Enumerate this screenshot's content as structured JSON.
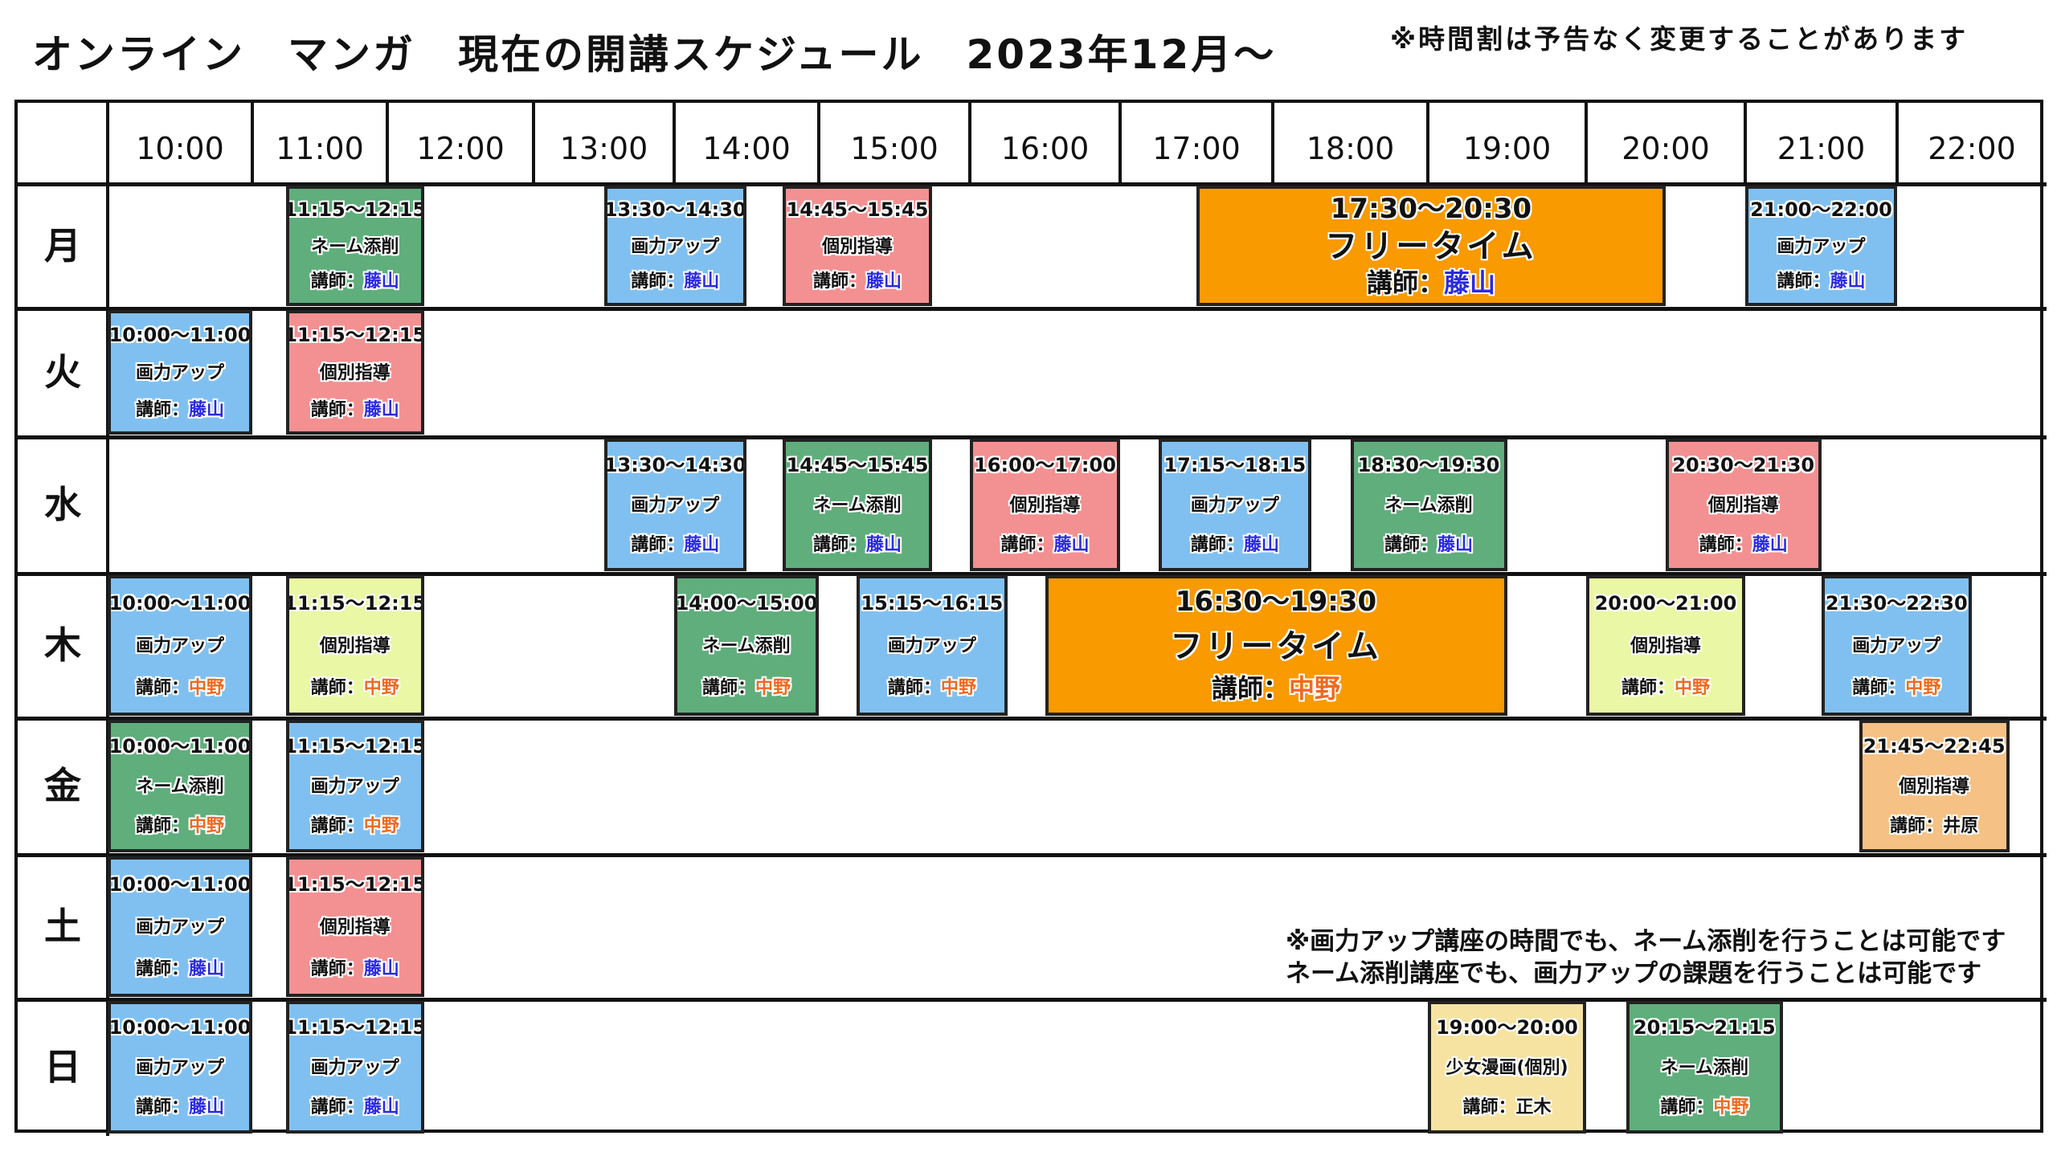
{
  "title": "オンライン　マンガ　現在の開講スケジュール　2023年12月〜",
  "notice": "※時間割は予告なく変更することがあります",
  "hours": [
    "10:00",
    "11:00",
    "12:00",
    "13:00",
    "14:00",
    "15:00",
    "16:00",
    "17:00",
    "18:00",
    "19:00",
    "20:00",
    "21:00",
    "22:00"
  ],
  "days": [
    "月",
    "火",
    "水",
    "木",
    "金",
    "土",
    "日"
  ],
  "instructor_prefix": "講師：",
  "colors": {
    "blue": "#80c0f0",
    "green": "#5fae7c",
    "pink": "#f39092",
    "orange": "#f89a00",
    "lime": "#eaf7a4",
    "peach": "#f5c184",
    "sand": "#f6e3a2",
    "teacher_fujiyama": "#2a2ae0",
    "teacher_nakano": "#ef6a1f"
  },
  "classes": [
    {
      "day": "月",
      "time": "11:15〜12:15",
      "name": "ネーム添削",
      "teacher": "藤山",
      "color": "green"
    },
    {
      "day": "月",
      "time": "13:30〜14:30",
      "name": "画力アップ",
      "teacher": "藤山",
      "color": "blue"
    },
    {
      "day": "月",
      "time": "14:45〜15:45",
      "name": "個別指導",
      "teacher": "藤山",
      "color": "pink"
    },
    {
      "day": "月",
      "time": "17:30〜20:30",
      "name": "フリータイム",
      "teacher": "藤山",
      "color": "orange",
      "big": true
    },
    {
      "day": "月",
      "time": "21:00〜22:00",
      "name": "画力アップ",
      "teacher": "藤山",
      "color": "blue"
    },
    {
      "day": "火",
      "time": "10:00〜11:00",
      "name": "画力アップ",
      "teacher": "藤山",
      "color": "blue"
    },
    {
      "day": "火",
      "time": "11:15〜12:15",
      "name": "個別指導",
      "teacher": "藤山",
      "color": "pink"
    },
    {
      "day": "水",
      "time": "13:30〜14:30",
      "name": "画力アップ",
      "teacher": "藤山",
      "color": "blue"
    },
    {
      "day": "水",
      "time": "14:45〜15:45",
      "name": "ネーム添削",
      "teacher": "藤山",
      "color": "green"
    },
    {
      "day": "水",
      "time": "16:00〜17:00",
      "name": "個別指導",
      "teacher": "藤山",
      "color": "pink"
    },
    {
      "day": "水",
      "time": "17:15〜18:15",
      "name": "画力アップ",
      "teacher": "藤山",
      "color": "blue"
    },
    {
      "day": "水",
      "time": "18:30〜19:30",
      "name": "ネーム添削",
      "teacher": "藤山",
      "color": "green"
    },
    {
      "day": "水",
      "time": "20:30〜21:30",
      "name": "個別指導",
      "teacher": "藤山",
      "color": "pink"
    },
    {
      "day": "木",
      "time": "10:00〜11:00",
      "name": "画力アップ",
      "teacher": "中野",
      "color": "blue"
    },
    {
      "day": "木",
      "time": "11:15〜12:15",
      "name": "個別指導",
      "teacher": "中野",
      "color": "lime"
    },
    {
      "day": "木",
      "time": "14:00〜15:00",
      "name": "ネーム添削",
      "teacher": "中野",
      "color": "green"
    },
    {
      "day": "木",
      "time": "15:15〜16:15",
      "name": "画力アップ",
      "teacher": "中野",
      "color": "blue"
    },
    {
      "day": "木",
      "time": "16:30〜19:30",
      "name": "フリータイム",
      "teacher": "中野",
      "color": "orange",
      "big": true
    },
    {
      "day": "木",
      "time": "20:00〜21:00",
      "name": "個別指導",
      "teacher": "中野",
      "color": "lime"
    },
    {
      "day": "木",
      "time": "21:30〜22:30",
      "name": "画力アップ",
      "teacher": "中野",
      "color": "blue"
    },
    {
      "day": "金",
      "time": "10:00〜11:00",
      "name": "ネーム添削",
      "teacher": "中野",
      "color": "green"
    },
    {
      "day": "金",
      "time": "11:15〜12:15",
      "name": "画力アップ",
      "teacher": "中野",
      "color": "blue"
    },
    {
      "day": "金",
      "time": "21:45〜22:45",
      "name": "個別指導",
      "teacher": "井原",
      "color": "peach"
    },
    {
      "day": "土",
      "time": "10:00〜11:00",
      "name": "画力アップ",
      "teacher": "藤山",
      "color": "blue"
    },
    {
      "day": "土",
      "time": "11:15〜12:15",
      "name": "個別指導",
      "teacher": "藤山",
      "color": "pink"
    },
    {
      "day": "日",
      "time": "10:00〜11:00",
      "name": "画力アップ",
      "teacher": "藤山",
      "color": "blue"
    },
    {
      "day": "日",
      "time": "11:15〜12:15",
      "name": "画力アップ",
      "teacher": "藤山",
      "color": "blue"
    },
    {
      "day": "日",
      "time": "19:00〜20:00",
      "name": "少女漫画(個別)",
      "teacher": "正木",
      "color": "sand"
    },
    {
      "day": "日",
      "time": "20:15〜21:15",
      "name": "ネーム添削",
      "teacher": "中野",
      "color": "green"
    }
  ],
  "notes": [
    "※画力アップ講座の時間でも、ネーム添削を行うことは可能です",
    "ネーム添削講座でも、画力アップの課題を行うことは可能です"
  ]
}
